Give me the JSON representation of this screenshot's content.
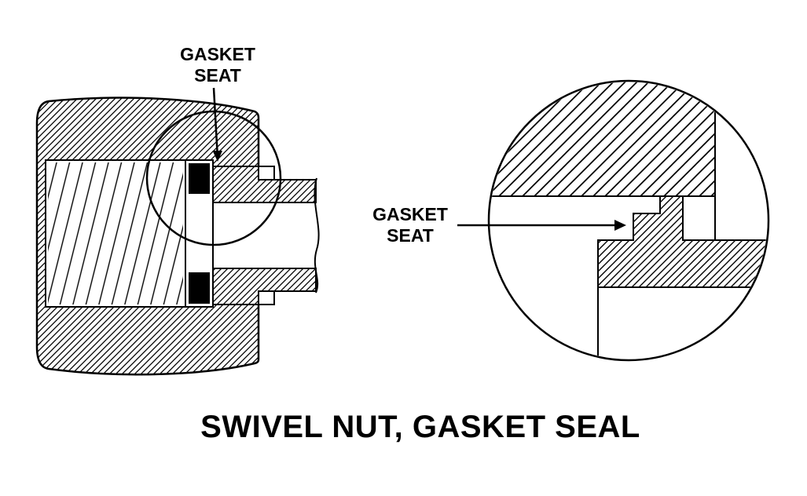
{
  "figure": {
    "caption": "SWIVEL NUT, GASKET SEAL",
    "left_view": {
      "callout": {
        "line1": "GASKET",
        "line2": "SEAT"
      }
    },
    "detail_view": {
      "callout": {
        "line1": "GASKET",
        "line2": "SEAT"
      }
    },
    "colors": {
      "line": "#000000",
      "background": "#ffffff",
      "gasket_fill": "#000000"
    }
  }
}
